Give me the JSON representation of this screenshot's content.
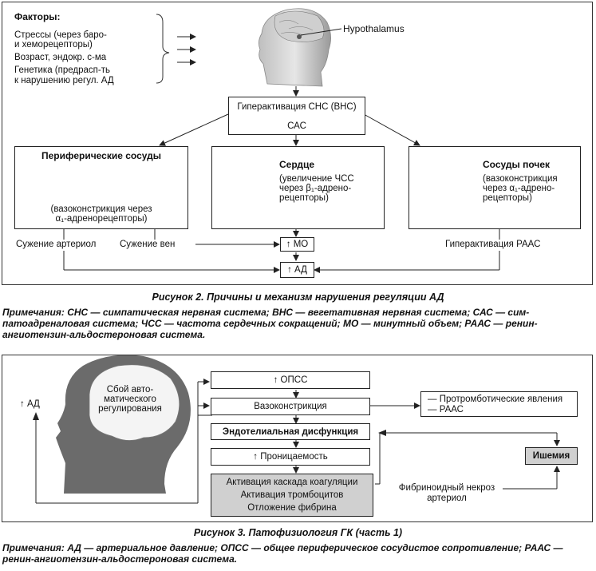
{
  "fig2": {
    "factors_title": "Факторы:",
    "factors": [
      "Стрессы (через баро-",
      "и хеморецепторы)",
      "Возраст, эндокр. с-ма",
      "Генетика (предрасп-ть",
      "к нарушению регул. АД"
    ],
    "hypothalamus": "Hypothalamus",
    "sns_line1": "Гиперактивация СНС (ВНС)",
    "sns_line2": "САС",
    "peripheral_title": "Периферические сосуды",
    "peripheral_desc": [
      "(вазоконстрикция через",
      "α₁-адренорецепторы)"
    ],
    "heart_title": "Сердце",
    "heart_desc": [
      "(увеличение ЧСС",
      "через β₁-адрено-",
      "рецепторы)"
    ],
    "kidney_title": "Сосуды почек",
    "kidney_desc": [
      "(вазоконстрикция",
      "через α₁-адрено-",
      "рецепторы)"
    ],
    "arteriole": "Сужение артериол",
    "veins": "Сужение вен",
    "mo": "↑ МО",
    "raas": "Гиперактивация РААС",
    "ad": "↑ АД",
    "caption": "Рисунок 2.  Причины и механизм нарушения регуляции АД",
    "note": "Примечания:  СНС — симпатическая нервная система; ВНС — вегетативная нервная система; САС — сим-патоадреналовая система; ЧСС — частота сердечных сокращений; МО — минутный объем; РААС — ренин-ангиотензин-альдостероновая система."
  },
  "fig3": {
    "brain_text": [
      "Сбой авто-",
      "матического",
      "регулирования"
    ],
    "ad_left": "↑ АД",
    "opss": "↑ ОПСС",
    "vaso": "Вазоконстрикция",
    "endo": "Эндотелиальная дисфункция",
    "perm": "↑  Проницаемость",
    "coag": [
      "Активация каскада коагуляции",
      "Активация тромбоцитов",
      "Отложение фибрина"
    ],
    "prothrombotic": [
      "— Протромботические явления",
      "— РААС"
    ],
    "ischemia": "Ишемия",
    "necrosis": [
      "Фибриноидный некроз",
      "артериол"
    ],
    "caption": "Рисунок 3.  Патофизиология ГК (часть 1)",
    "note": "Примечания: АД — артериальное давление; ОПСС — общее периферическое сосудистое сопротивление; РААС — ренин-ангиотензин-альдостероновая система."
  }
}
